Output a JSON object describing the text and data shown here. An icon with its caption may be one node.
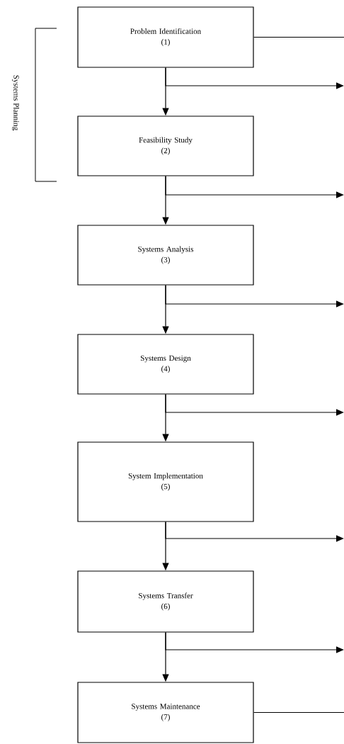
{
  "diagram": {
    "nodes": [
      {
        "text": [
          "Problem Identification",
          "(1)"
        ]
      },
      {
        "text": [
          "Feasibility Study",
          "(2)"
        ]
      },
      {
        "text": [
          "Systems Analysis",
          "(3)"
        ]
      },
      {
        "text": [
          "Systems Design",
          "(4)"
        ]
      },
      {
        "text": [
          "System Implementation",
          "(5)"
        ]
      },
      {
        "text": [
          "Systems Transfer",
          "(6)"
        ]
      },
      {
        "text": [
          "Systems Maintenance",
          "(7)"
        ]
      }
    ],
    "edges": [
      {
        "from": 0,
        "to": 1,
        "arrow": "to"
      },
      {
        "from": 1,
        "to": 2,
        "arrow": "to"
      },
      {
        "from": 2,
        "to": 3,
        "arrow": "to"
      },
      {
        "from": 3,
        "to": 4,
        "arrow": "to"
      },
      {
        "from": 4,
        "to": 5,
        "arrow": "to"
      },
      {
        "from": 5,
        "to": 6,
        "arrow": "to"
      },
      {
        "from": 0,
        "to": null,
        "arrow": "none"
      },
      {
        "from": 0,
        "to": null,
        "arrow": "to"
      },
      {
        "from": 1,
        "to": null,
        "arrow": "to"
      },
      {
        "from": 2,
        "to": null,
        "arrow": "to"
      },
      {
        "from": 3,
        "to": null,
        "arrow": "to"
      },
      {
        "from": 4,
        "to": null,
        "arrow": "to"
      },
      {
        "from": 5,
        "to": null,
        "arrow": "to"
      },
      {
        "from": 6,
        "to": null,
        "arrow": "none"
      }
    ],
    "labels": [
      "Systems Planning"
    ]
  }
}
